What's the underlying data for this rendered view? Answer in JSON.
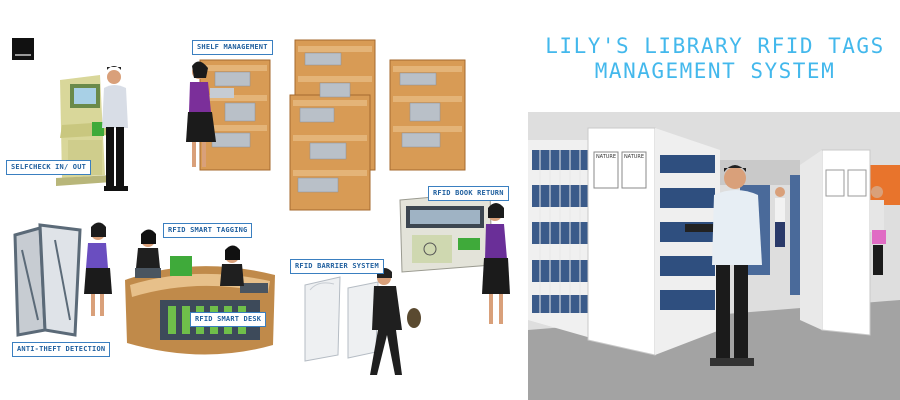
{
  "title": {
    "line1": "LILY'S LIBRARY RFID TAGS",
    "line2": "MANAGEMENT SYSTEM"
  },
  "labels": {
    "shelf_management": "SHELF MANAGEMENT",
    "selfcheck": "SELFCHECK IN/ OUT",
    "book_return": "RFID BOOK RETURN",
    "smart_tagging": "RFID SMART TAGGING",
    "barrier_system": "RFID BARRIER SYSTEM",
    "smart_desk": "RFID SMART DESK",
    "anti_theft": "ANTI-THEFT DETECTION"
  },
  "shelf_signs": {
    "sign1": "NATURE",
    "sign2": "NATURE"
  },
  "colors": {
    "title": "#43b8ec",
    "label_border": "#3a7fc0",
    "wood": "#c98a45",
    "orange_wall": "#e8742c",
    "floor": "#9a9a9a"
  }
}
